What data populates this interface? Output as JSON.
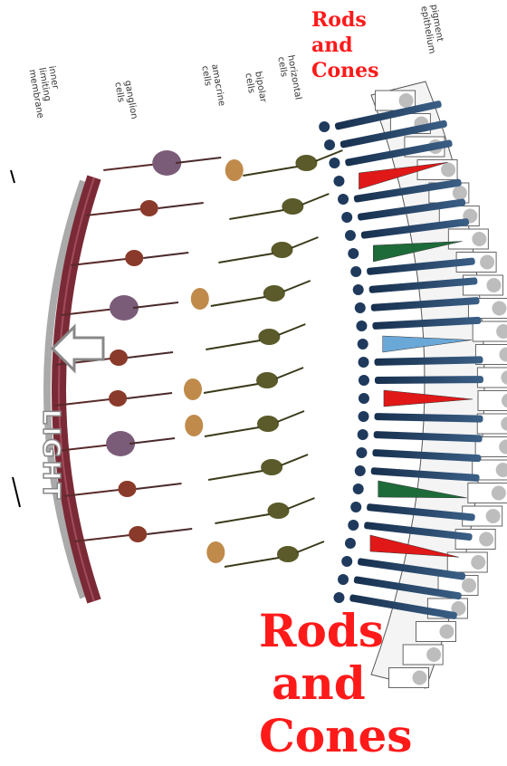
{
  "title_top": {
    "line1": "Rods",
    "line2": "and",
    "line3": "Cones"
  },
  "title_bottom": {
    "line1": "Rods",
    "line2": "and",
    "line3": "Cones"
  },
  "labels": {
    "inner_limiting_membrane": [
      "inner",
      "limiting",
      "membrane"
    ],
    "ganglion_cells": [
      "ganglion",
      "cells"
    ],
    "amacrine_cells": [
      "amacrine",
      "cells"
    ],
    "bipolar_cells": [
      "bipolar",
      "cells"
    ],
    "horizontal_cells": [
      "horizontal",
      "cells"
    ],
    "pigment_epithelium": [
      "pigment",
      "epithelium"
    ]
  },
  "light_label": "LIGHT",
  "colors": {
    "title_red": "#ff1a1a",
    "membrane": "#7a2a36",
    "ganglion": "#7a5c78",
    "amacrine": "#c08a4a",
    "bipolar": "#5a5a2a",
    "rod": "#1f3a5c",
    "cone_red": "#e01818",
    "cone_green": "#1e6b3a",
    "cone_blue": "#6aa8d8"
  },
  "cones": [
    {
      "color": "red"
    },
    {
      "color": "green"
    },
    {
      "color": "blue"
    },
    {
      "color": "red"
    },
    {
      "color": "green"
    },
    {
      "color": "red"
    }
  ]
}
